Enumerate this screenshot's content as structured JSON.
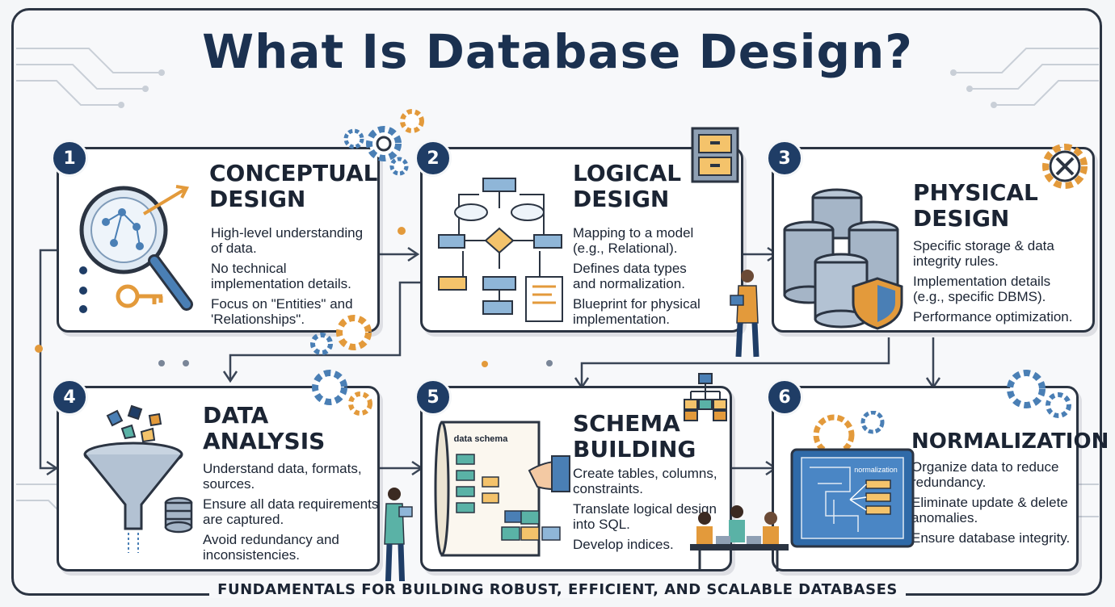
{
  "title": "What Is Database Design?",
  "footer": "FUNDAMENTALS FOR BUILDING ROBUST, EFFICIENT, AND SCALABLE DATABASES",
  "colors": {
    "navy": "#1b3150",
    "accent": "#e39a3b",
    "blue": "#4a7fb5",
    "teal": "#5ab2a6"
  },
  "steps": [
    {
      "number": "1",
      "title": "CONCEPTUAL\nDESIGN",
      "icon": "magnifier-key-icon",
      "bullets": [
        "High-level understanding\nof data.",
        "No technical\nimplementation details.",
        "Focus on \"Entities\" and\n'Relationships\"."
      ]
    },
    {
      "number": "2",
      "title": "LOGICAL\nDESIGN",
      "icon": "flowchart-icon",
      "bullets": [
        "Mapping to a model\n(e.g., Relational).",
        "Defines data types\nand normalization.",
        "Blueprint for physical\nimplementation."
      ]
    },
    {
      "number": "3",
      "title": "PHYSICAL\nDESIGN",
      "icon": "database-shield-icon",
      "bullets": [
        "Specific storage & data\nintegrity rules.",
        "Implementation details\n(e.g., specific DBMS).",
        "Performance optimization."
      ]
    },
    {
      "number": "4",
      "title": "DATA\nANALYSIS",
      "icon": "funnel-icon",
      "bullets": [
        "Understand data, formats,\nsources.",
        "Ensure all data requirements\nare captured.",
        "Avoid redundancy and\ninconsistencies."
      ]
    },
    {
      "number": "5",
      "title": "SCHEMA\nBUILDING",
      "icon": "schema-scroll-icon",
      "schema_label": "data schema",
      "bullets": [
        "Create tables, columns,\nconstraints.",
        "Translate logical design\ninto SQL.",
        "Develop indices."
      ]
    },
    {
      "number": "6",
      "title": "NORMALIZATION",
      "icon": "blueprint-icon",
      "blueprint_label": "normalization",
      "bullets": [
        "Organize data to reduce\nredundancy.",
        "Eliminate update & delete\nanomalies.",
        "Ensure database integrity."
      ]
    }
  ]
}
